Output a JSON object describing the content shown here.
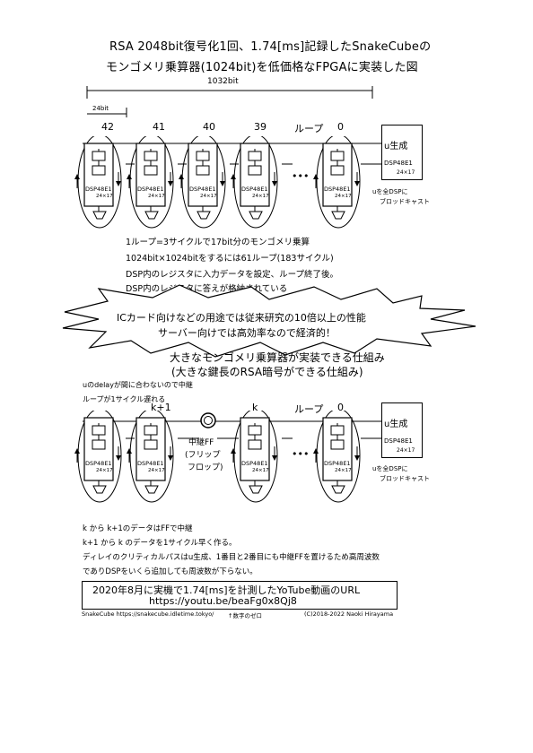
{
  "title": {
    "line1": "RSA 2048bit復号化1回、1.74[ms]記録したSnakeCubeの",
    "line2": "モンゴメリ乗算器(1024bit)を低価格なFPGAに実装した図"
  },
  "top_diagram": {
    "total_width_label": "1032bit",
    "segment_width_label": "24bit",
    "stage_labels": [
      "42",
      "41",
      "40",
      "39",
      "0"
    ],
    "loop_label": "ループ",
    "dsp_label": "DSP48E1",
    "dsp_size": "24×17",
    "ellipsis": "•••",
    "u_box_title": "u生成",
    "u_box_dsp": "DSP48E1",
    "u_box_size": "24×17",
    "broadcast_note_1": "uを全DSPに",
    "broadcast_note_2": "ブロッドキャスト"
  },
  "notes_top": [
    "1ループ=3サイクルで17bit分のモンゴメリ乗算",
    "1024bit×1024bitをするには61ループ(183サイクル)",
    "DSP内のレジスタに入力データを設定、ループ終了後。",
    "DSP内のレジスタに答えが格納されている"
  ],
  "burst": {
    "line1": "ICカード向けなどの用途では従来研究の10倍以上の性能",
    "line2": "サーバー向けでは高効率なので経済的！"
  },
  "mid_heading": {
    "line1": "大きなモンゴメリ乗算器が実装できる仕組み",
    "line2": "(大きな鍵長のRSA暗号ができる仕組み)"
  },
  "bottom_diagram": {
    "note1": "uのdelayが間に合わないので中継",
    "note2": "ループが1サイクル遅れる",
    "stage_labels": [
      "k+1",
      "k",
      "0"
    ],
    "loop_label": "ループ",
    "relay_label_1": "中継FF",
    "relay_label_2": "(フリップ",
    "relay_label_3": "フロップ)",
    "dsp_label": "DSP48E1",
    "dsp_size": "24×17",
    "ellipsis": "•••",
    "u_box_title": "u生成",
    "u_box_dsp": "DSP48E1",
    "u_box_size": "24×17",
    "broadcast_note_1": "uを全DSPに",
    "broadcast_note_2": "ブロッドキャスト"
  },
  "notes_bottom": [
    "k から k+1のデータはFFで中継",
    "k+1 から k のデータを1サイクル早く作る。",
    "ディレイのクリティカルパスはu生成、1番目と2番目にも中継FFを置けるため高周波数",
    "でありDSPをいくら追加しても周波数が下らない。"
  ],
  "url_box": {
    "line1": "2020年8月に実機で1.74[ms]を計測したYoTube動画のURL",
    "line2": "https://youtu.be/beaFg0x8Qj8"
  },
  "footer": {
    "left": "SnakeCube https://snakecube.idletime.tokyo/",
    "mid": "↑数字のゼロ",
    "right": "(C)2018-2022 Naoki Hirayama"
  }
}
